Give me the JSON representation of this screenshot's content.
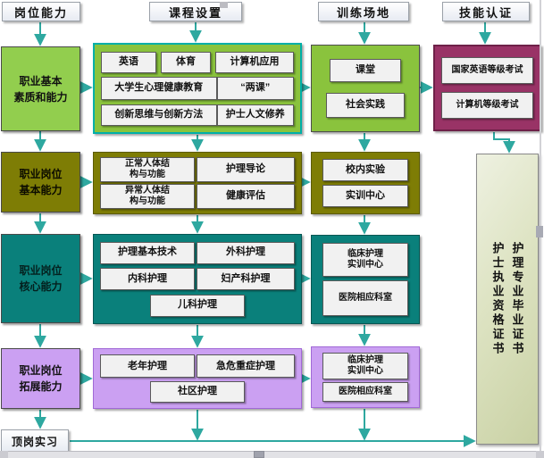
{
  "headers": [
    "岗位能力",
    "课程设置",
    "训练场地",
    "技能认证"
  ],
  "left_column": [
    "职业基本\n素质和能力",
    "职业岗位\n基本能力",
    "职业岗位\n核心能力",
    "职业岗位\n拓展能力"
  ],
  "internship": "顶岗实习",
  "rows": [
    {
      "courses": [
        "英语",
        "体育",
        "计算机应用",
        "大学生心理健康教育",
        "“两课”",
        "创新思维与创新方法",
        "护士人文修养"
      ],
      "training": [
        "课堂",
        "社会实践"
      ]
    },
    {
      "courses": [
        "正常人体结\n构与功能",
        "护理导论",
        "异常人体结\n构与功能",
        "健康评估"
      ],
      "training": [
        "校内实验",
        "实训中心"
      ]
    },
    {
      "courses": [
        "护理基本技术",
        "外科护理",
        "内科护理",
        "妇产科护理",
        "儿科护理"
      ],
      "training": [
        "临床护理\n实训中心",
        "医院相应科室"
      ]
    },
    {
      "courses": [
        "老年护理",
        "急危重症护理",
        "社区护理"
      ],
      "training": [
        "临床护理\n实训中心",
        "医院相应科室"
      ]
    }
  ],
  "certifications": [
    "国家英语等级考试",
    "计算机等级考试"
  ],
  "certificates": [
    "护理专业毕业证书",
    "护士执业资格证书"
  ],
  "colors": {
    "arrow_teal": "#2ea8a0",
    "green_box": "#92ce4e",
    "green_container": "#8ac33d",
    "green_container_border": "#00afa8",
    "olive": "#7e7d05",
    "teal": "#0a807b",
    "purple": "#cba0f2",
    "magenta": "#993366",
    "sage_certificate": "#dde3c2",
    "inner_box_bg": "#f1f1f1"
  }
}
